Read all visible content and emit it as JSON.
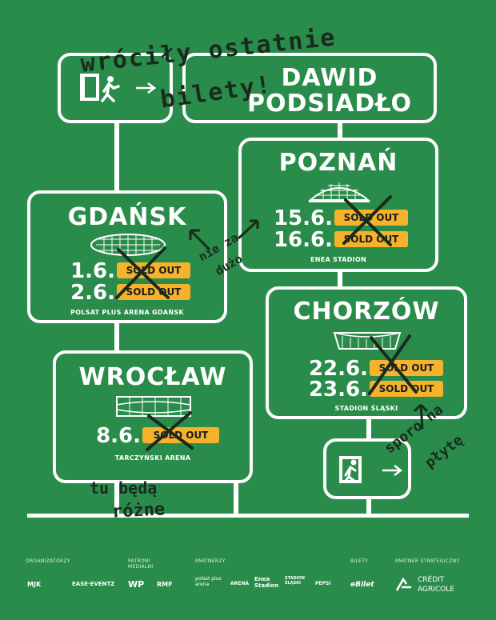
{
  "header": {
    "artist_line1": "DAWID",
    "artist_line2": "PODSIADŁO"
  },
  "handwriting": {
    "top_line1": "wróciły ostatnie",
    "top_line2": "bilety!",
    "poznan_note_line1": "nie za",
    "poznan_note_line2": "dużo",
    "wroclaw_note_line1": "tu będą",
    "wroclaw_note_line2": "różne",
    "chorzow_note_line1": "sporo na",
    "chorzow_note_line2": "płytę"
  },
  "concerts": {
    "poznan": {
      "city": "POZNAŃ",
      "venue": "ENEA STADION",
      "dates": [
        "15.6.",
        "16.6."
      ],
      "status": "SOLD OUT"
    },
    "gdansk": {
      "city": "GDAŃSK",
      "venue": "POLSAT PLUS ARENA GDAŃSK",
      "dates": [
        "1.6.",
        "2.6."
      ],
      "status": "SOLD OUT"
    },
    "chorzow": {
      "city": "CHORZÓW",
      "venue": "STADION ŚLĄSKI",
      "dates": [
        "22.6.",
        "23.6."
      ],
      "status": "SOLD OUT"
    },
    "wroclaw": {
      "city": "WROCŁAW",
      "venue": "TARCZYŃSKI ARENA",
      "dates": [
        "8.6."
      ],
      "status": "SOLD OUT"
    }
  },
  "footer": {
    "labels": {
      "organizers": "ORGANIZATORZY",
      "media": "PATRONI MEDIALNI",
      "partners": "PARTNERZY",
      "tickets": "BILETY",
      "strategic": "PARTNER STRATEGICZNY"
    },
    "logos": {
      "mjk": "MJK",
      "ease": "EASE·EVENTZ",
      "wp": "WP",
      "rmf": "RMF",
      "polsat": "polsat plus arena",
      "arena": "ARENA",
      "enea": "Enea Stadion",
      "slaski": "STADION ŚLĄSKI",
      "pepsi": "PEPSI",
      "ebilet": "eBilet",
      "ca1": "CRÉDIT",
      "ca2": "AGRICOLE"
    }
  },
  "colors": {
    "background": "#2a8c4a",
    "sold_out": "#f5b22a",
    "line": "#ffffff",
    "handwriting": "#1a2a1f"
  }
}
